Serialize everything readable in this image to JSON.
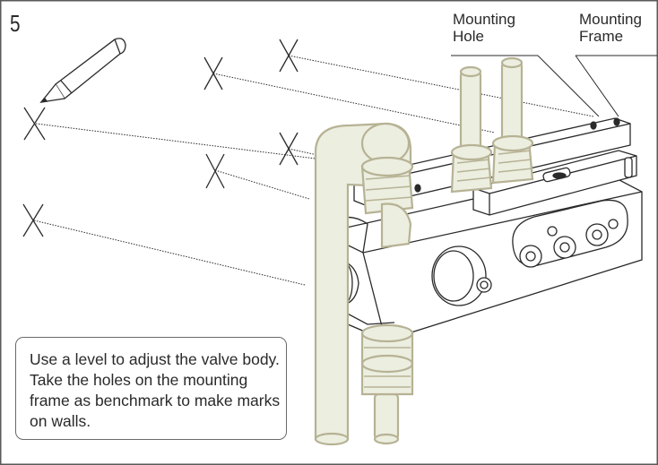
{
  "step_number": "5",
  "labels": {
    "mounting_hole": [
      "Mounting",
      "Hole"
    ],
    "mounting_frame": [
      "Mounting",
      "Frame"
    ]
  },
  "note": "Use a level to adjust the valve body. Take the holes on the mounting frame as benchmark to make marks on walls.",
  "colors": {
    "line": "#2a2a2a",
    "pipe_fill": "#eceee0",
    "pipe_stroke": "#b6b294",
    "frame": "#5a5a5a"
  },
  "icons": [
    "pencil-icon",
    "wall-mark-icon",
    "bubble-level-icon"
  ]
}
